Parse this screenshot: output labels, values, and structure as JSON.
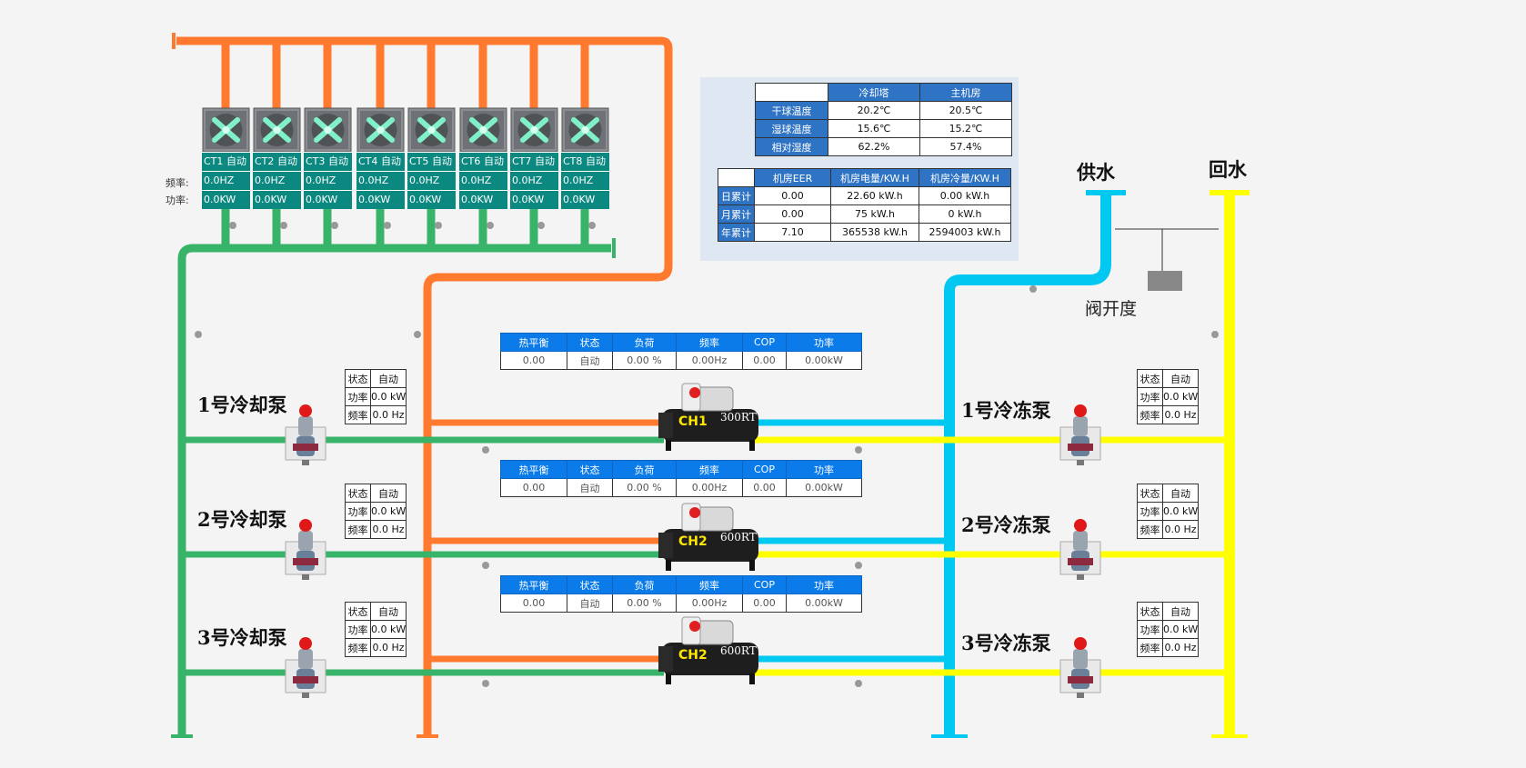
{
  "colors": {
    "cooling_supply": "#ff7a2e",
    "cooling_return": "#37b36a",
    "chilled_supply": "#00c8f0",
    "chilled_return": "#ffff00",
    "panel_bg": "#dfe8f2",
    "table_header": "#2f73c4",
    "kpi_header": "#0a7be8",
    "ct_panel": "#0b8880"
  },
  "labels": {
    "supply": "供水",
    "return": "回水",
    "valve_opening": "阀开度",
    "freq_label": "频率:",
    "power_label": "功率:"
  },
  "cooling_towers": [
    {
      "name": "CT1",
      "mode": "自动",
      "freq": "0.0HZ",
      "power": "0.0KW"
    },
    {
      "name": "CT2",
      "mode": "自动",
      "freq": "0.0HZ",
      "power": "0.0KW"
    },
    {
      "name": "CT3",
      "mode": "自动",
      "freq": "0.0HZ",
      "power": "0.0KW"
    },
    {
      "name": "CT4",
      "mode": "自动",
      "freq": "0.0HZ",
      "power": "0.0KW"
    },
    {
      "name": "CT5",
      "mode": "自动",
      "freq": "0.0HZ",
      "power": "0.0KW"
    },
    {
      "name": "CT6",
      "mode": "自动",
      "freq": "0.0HZ",
      "power": "0.0KW"
    },
    {
      "name": "CT7",
      "mode": "自动",
      "freq": "0.0HZ",
      "power": "0.0KW"
    },
    {
      "name": "CT8",
      "mode": "自动",
      "freq": "0.0HZ",
      "power": "0.0KW"
    }
  ],
  "env_table": {
    "headers": [
      "",
      "冷却塔",
      "主机房"
    ],
    "rows": [
      {
        "label": "干球温度",
        "tower": "20.2℃",
        "room": "20.5℃"
      },
      {
        "label": "湿球温度",
        "tower": "15.6℃",
        "room": "15.2℃"
      },
      {
        "label": "相对湿度",
        "tower": "62.2%",
        "room": "57.4%"
      }
    ]
  },
  "energy_table": {
    "headers": [
      "",
      "机房EER",
      "机房电量/KW.H",
      "机房冷量/KW.H"
    ],
    "rows": [
      {
        "label": "日累计",
        "eer": "0.00",
        "elec": "22.60 kW.h",
        "cool": "0.00 kW.h"
      },
      {
        "label": "月累计",
        "eer": "0.00",
        "elec": "75 kW.h",
        "cool": "0 kW.h"
      },
      {
        "label": "年累计",
        "eer": "7.10",
        "elec": "365538 kW.h",
        "cool": "2594003 kW.h"
      }
    ]
  },
  "chiller_kpi_headers": [
    "热平衡",
    "状态",
    "负荷",
    "频率",
    "COP",
    "功率"
  ],
  "chillers": [
    {
      "tag": "CH1",
      "capacity": "300RT",
      "kpi": [
        "0.00",
        "自动",
        "0.00 %",
        "0.00Hz",
        "0.00",
        "0.00kW"
      ]
    },
    {
      "tag": "CH2",
      "capacity": "600RT",
      "kpi": [
        "0.00",
        "自动",
        "0.00 %",
        "0.00Hz",
        "0.00",
        "0.00kW"
      ]
    },
    {
      "tag": "CH2",
      "capacity": "600RT",
      "kpi": [
        "0.00",
        "自动",
        "0.00 %",
        "0.00Hz",
        "0.00",
        "0.00kW"
      ]
    }
  ],
  "pump_info_labels": {
    "status": "状态",
    "power": "功率",
    "freq": "频率"
  },
  "cooling_pumps": [
    {
      "name": "1号冷却泵",
      "status": "自动",
      "power": "0.0 kW",
      "freq": "0.0 Hz"
    },
    {
      "name": "2号冷却泵",
      "status": "自动",
      "power": "0.0 kW",
      "freq": "0.0 Hz"
    },
    {
      "name": "3号冷却泵",
      "status": "自动",
      "power": "0.0 kW",
      "freq": "0.0 Hz"
    }
  ],
  "chilled_pumps": [
    {
      "name": "1号冷冻泵",
      "status": "自动",
      "power": "0.0 kW",
      "freq": "0.0 Hz"
    },
    {
      "name": "2号冷冻泵",
      "status": "自动",
      "power": "0.0 kW",
      "freq": "0.0 Hz"
    },
    {
      "name": "3号冷冻泵",
      "status": "自动",
      "power": "0.0 kW",
      "freq": "0.0 Hz"
    }
  ]
}
